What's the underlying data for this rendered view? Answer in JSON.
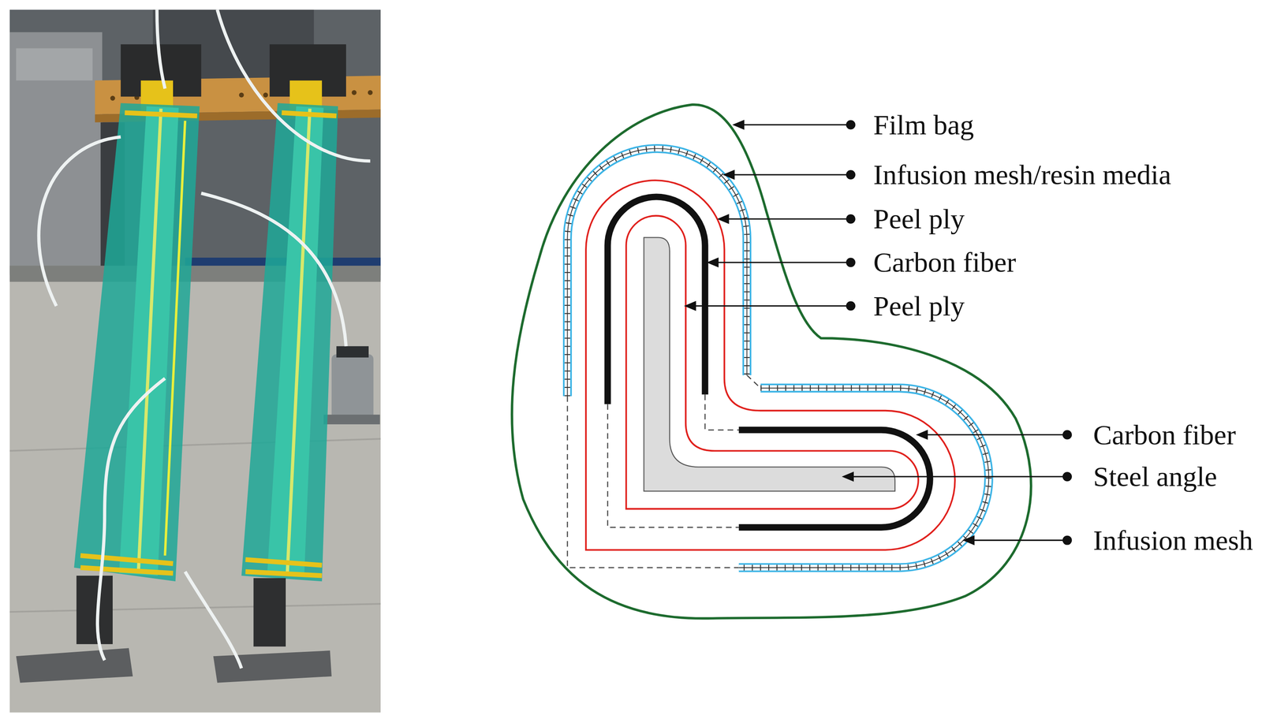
{
  "diagram": {
    "labels": [
      "Film bag",
      "Infusion mesh/resin media",
      "Peel ply",
      "Carbon fiber",
      "Peel ply",
      "Carbon fiber",
      "Steel angle",
      "Infusion mesh"
    ]
  }
}
